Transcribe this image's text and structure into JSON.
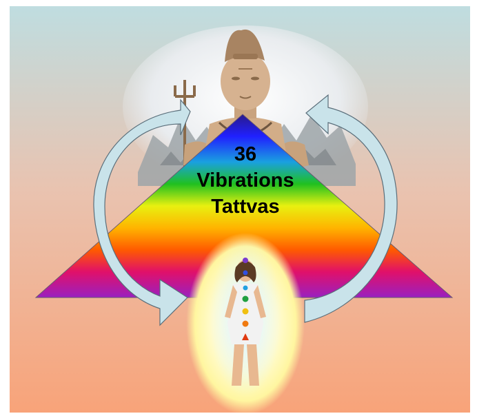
{
  "pyramid": {
    "line1": "36",
    "line2": "Vibrations",
    "line3": "Tattvas"
  },
  "colors": {
    "background_top": "#bfdde0",
    "background_bottom": "#f8a379",
    "rainbow": [
      "#2020ff",
      "#1aa0e0",
      "#20c020",
      "#e8f010",
      "#ffb400",
      "#ff5a00",
      "#e0106a",
      "#9a20c0"
    ],
    "arrow_fill": "#c9e3ea",
    "arrow_stroke": "#5a6e7a",
    "aura": "#fff6a0"
  },
  "icons": {
    "deity": "shiva-statue-icon",
    "figure": "human-aura-figure-icon",
    "arrows": "curved-cycle-arrow-icon"
  }
}
